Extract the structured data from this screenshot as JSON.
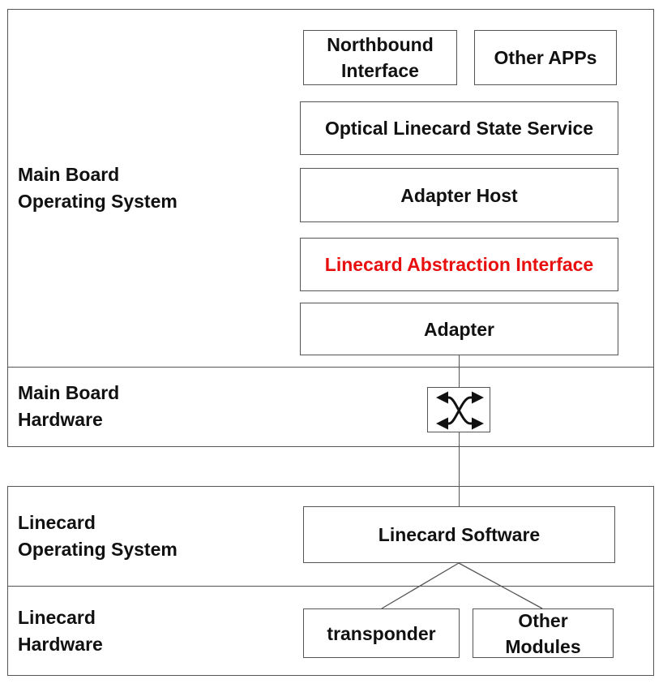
{
  "colors": {
    "text": "#111111",
    "border": "#555555",
    "highlight": "#e8100f",
    "background": "#ffffff"
  },
  "layers": {
    "main_board_os": "Main Board\nOperating System",
    "main_board_hw": "Main Board\nHardware",
    "linecard_os": "Linecard\nOperating System",
    "linecard_hw": "Linecard\nHardware"
  },
  "boxes": {
    "northbound": "Northbound\nInterface",
    "other_apps": "Other APPs",
    "olss": "Optical Linecard State Service",
    "adapter_host": "Adapter Host",
    "lai": "Linecard Abstraction Interface",
    "adapter": "Adapter",
    "linecard_software": "Linecard Software",
    "transponder": "transponder",
    "other_modules": "Other\nModules"
  },
  "icons": {
    "switch": "switch-icon"
  }
}
